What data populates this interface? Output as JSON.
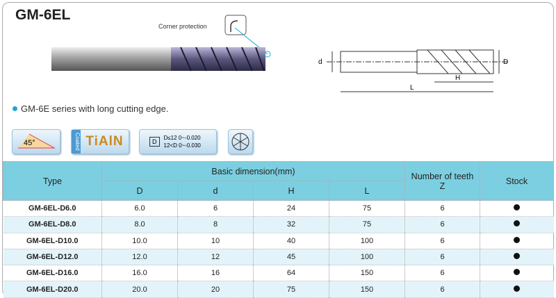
{
  "title": "GM-6EL",
  "corner_label": "Corner protection",
  "feature": "GM-6E series with long cutting edge.",
  "badges": {
    "angle": "45°",
    "coated": "Coated",
    "coating": "TiAlN",
    "tol_symbol": "D",
    "tol_line1": "D≤12  0~-0.020",
    "tol_line2": "12<D  0~-0.030"
  },
  "drawing": {
    "d": "d",
    "D": "D",
    "H": "H",
    "L": "L"
  },
  "table": {
    "headers": {
      "type": "Type",
      "basic": "Basic dimension(mm)",
      "teeth": "Number of teeth",
      "teeth_z": "Z",
      "stock": "Stock",
      "D": "D",
      "d": "d",
      "H": "H",
      "L": "L"
    },
    "rows": [
      {
        "type": "GM-6EL-D6.0",
        "D": "6.0",
        "d": "6",
        "H": "24",
        "L": "75",
        "Z": "6",
        "stock": true
      },
      {
        "type": "GM-6EL-D8.0",
        "D": "8.0",
        "d": "8",
        "H": "32",
        "L": "75",
        "Z": "6",
        "stock": true
      },
      {
        "type": "GM-6EL-D10.0",
        "D": "10.0",
        "d": "10",
        "H": "40",
        "L": "100",
        "Z": "6",
        "stock": true
      },
      {
        "type": "GM-6EL-D12.0",
        "D": "12.0",
        "d": "12",
        "H": "45",
        "L": "100",
        "Z": "6",
        "stock": true
      },
      {
        "type": "GM-6EL-D16.0",
        "D": "16.0",
        "d": "16",
        "H": "64",
        "L": "150",
        "Z": "6",
        "stock": true
      },
      {
        "type": "GM-6EL-D20.0",
        "D": "20.0",
        "d": "20",
        "H": "75",
        "L": "150",
        "Z": "6",
        "stock": true
      }
    ]
  }
}
